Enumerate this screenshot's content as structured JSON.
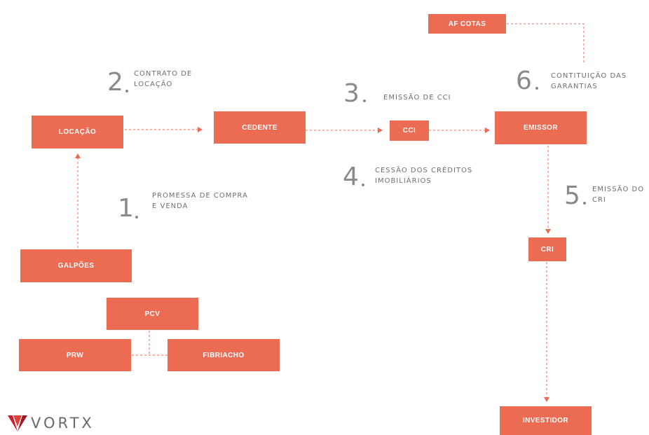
{
  "colors": {
    "box": "#ec6b53",
    "line": "#ec6b53",
    "text": "#6f6f6f",
    "logo_red": "#c8202e"
  },
  "boxes": {
    "af_cotas": "AF COTAS",
    "locacao": "LOCAÇÃO",
    "cedente": "CEDENTE",
    "cci": "CCI",
    "emissor": "EMISSOR",
    "cri": "CRI",
    "galpoes": "GALPÕES",
    "pcv": "PCV",
    "prw": "PRW",
    "fibriacho": "FIBRIACHO",
    "investidor": "INVESTIDOR"
  },
  "steps": [
    {
      "num": "1",
      "text": "PROMESSA DE COMPRA\nE VENDA"
    },
    {
      "num": "2",
      "text": "CONTRATO DE\nLOCAÇÃO"
    },
    {
      "num": "3",
      "text": "EMISSÃO DE CCI"
    },
    {
      "num": "4",
      "text": "CESSÃO DOS CRÉDITOS\nIMOBILIÁRIOS"
    },
    {
      "num": "5",
      "text": "EMISSÃO DO\nCRI"
    },
    {
      "num": "6",
      "text": "CONTITUIÇÃO DAS\nGARANTIAS"
    }
  ],
  "logo": {
    "text": "VORTX",
    "icon": "vortx-v-logo-icon"
  }
}
